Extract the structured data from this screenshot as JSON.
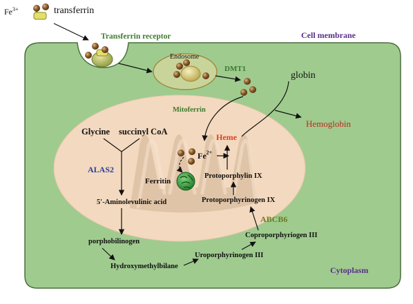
{
  "labels": {
    "fe3": "Fe",
    "fe3_sup": "3+",
    "transferrin": "transferrin",
    "transferrin_receptor": "Transferrin receptor",
    "cell_membrane": "Cell membrane",
    "endosome": "Endosome",
    "dmt1": "DMT1",
    "globin": "globin",
    "mitoferrin": "Mitoferrin",
    "hemoglobin": "Hemoglobin",
    "glycine": "Glycine",
    "succinyl_coa": "succinyl CoA",
    "heme": "Heme",
    "fe2": "Fe",
    "fe2_sup": "2+",
    "alas2": "ALAS2",
    "ferritin": "Ferritin",
    "protoporphylin_ix": "Protoporphylin IX",
    "ala": "5′-Aminolevulinic acid",
    "protoporphyrinogen_ix": "Protoporphyrinogen IX",
    "abcb6": "ABCB6",
    "coproporphyriogen_iii": "Coproporphyriogen III",
    "porphobilinogen": "porphobilinogen",
    "uroporphyrinogen_iii": "Uroporphyrinogen III",
    "hydroxymethylbilane": "Hydroxymethylbilane",
    "cytoplasm": "Cytoplasm"
  },
  "colors": {
    "cell_fill": "#9fcb8f",
    "cell_stroke": "#4a6e3c",
    "mito_fill": "#f3d9bf",
    "cristae_fill": "#dcbfa2",
    "receptor_green": "#3d7a2e",
    "membrane_purple": "#5b2e8a",
    "heme_red": "#e0401e",
    "hemoglobin_red": "#c0281e",
    "alas2_blue": "#2a3f9a",
    "abcb6_olive": "#6b7a1e",
    "iron_brown": "#8a5a28"
  }
}
